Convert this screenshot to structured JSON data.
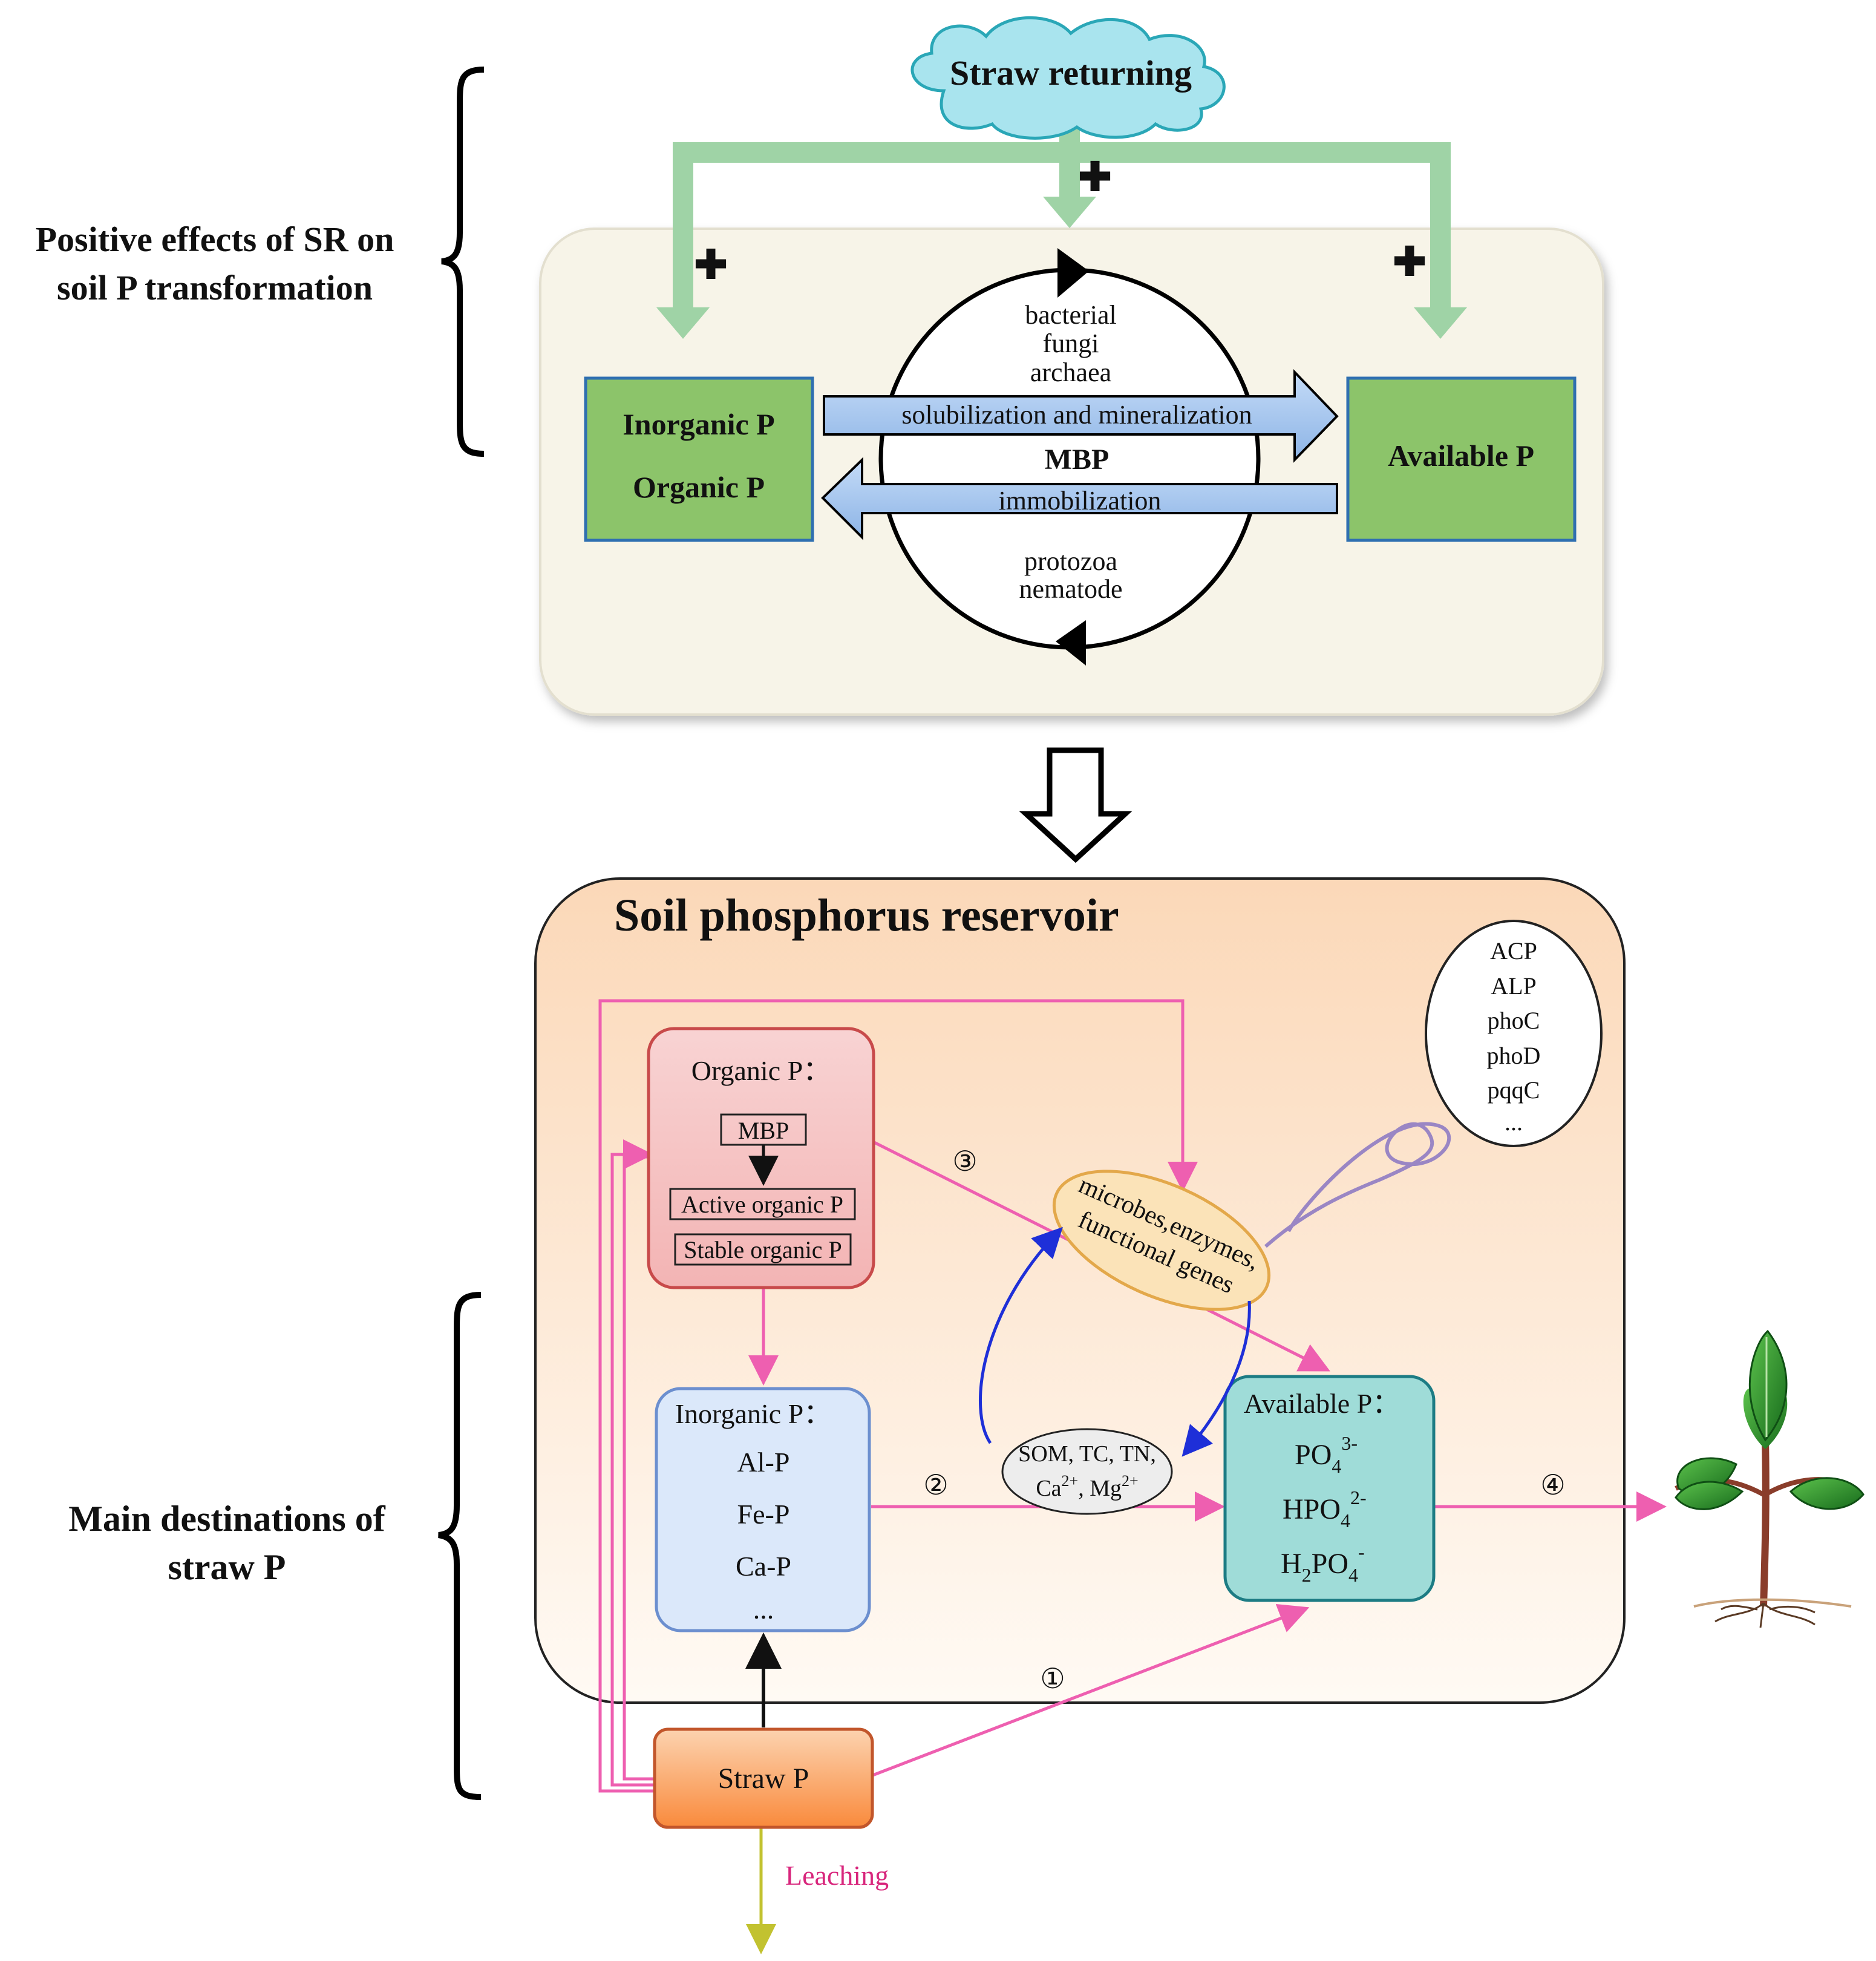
{
  "top": {
    "cloud_label": "Straw returning",
    "plus_sign": "✚",
    "left_brace_label_line1": "Positive effects of SR on",
    "left_brace_label_line2": "soil P transformation",
    "left_box_line1": "Inorganic P",
    "left_box_line2": "Organic P",
    "right_box_label": "Available P",
    "cycle_top_line1": "bacterial",
    "cycle_top_line2": "fungi",
    "cycle_top_line3": "archaea",
    "cycle_center": "MBP",
    "cycle_bottom_line1": "protozoa",
    "cycle_bottom_line2": "nematode",
    "arrow_right_label": "solubilization and mineralization",
    "arrow_left_label": "immobilization"
  },
  "bottom": {
    "reservoir_title": "Soil phosphorus reservoir",
    "left_brace_label_line1": "Main destinations of",
    "left_brace_label_line2": "straw P",
    "organic_box": {
      "title": "Organic P：",
      "mbp": "MBP",
      "active": "Active organic P",
      "stable": "Stable organic P"
    },
    "inorganic_box": {
      "title": "Inorganic P：",
      "items": [
        "Al-P",
        "Fe-P",
        "Ca-P",
        "..."
      ]
    },
    "available_box": {
      "title": "Available P：",
      "item1_base": "PO",
      "item1_sub": "4",
      "item1_sup": "3-",
      "item2_base": "HPO",
      "item2_sub": "4",
      "item2_sup": "2-",
      "item3_pre": "H",
      "item3_sub1": "2",
      "item3_mid": "PO",
      "item3_sub2": "4",
      "item3_sup": "-"
    },
    "straw_box": "Straw P",
    "leaching": "Leaching",
    "microbes_line1": "microbes,enzymes,",
    "microbes_line2": "functional genes",
    "enzyme_list": [
      "ACP",
      "ALP",
      "phoC",
      "phoD",
      "pqqC",
      "..."
    ],
    "som_line1": "SOM, TC, TN,",
    "som_line2_a": "Ca",
    "som_line2_a_sup": "2+",
    "som_line2_b": ", Mg",
    "som_line2_b_sup": "2+",
    "pathway_1": "①",
    "pathway_2": "②",
    "pathway_3": "③",
    "pathway_4": "④"
  },
  "colors": {
    "green_arrow": "#9fd3a6",
    "green_box": "#8cc46a",
    "box_border_blue": "#2f6fb0",
    "top_panel": "#f7f4e8",
    "pink": "#ee5fb0",
    "reservoir_title": "#1f1fd6",
    "leaching": "#d8267c",
    "olive_arrow": "#c2c230",
    "blue_arrow": "#1e2fd8",
    "violet_curl": "#9a86c4"
  }
}
